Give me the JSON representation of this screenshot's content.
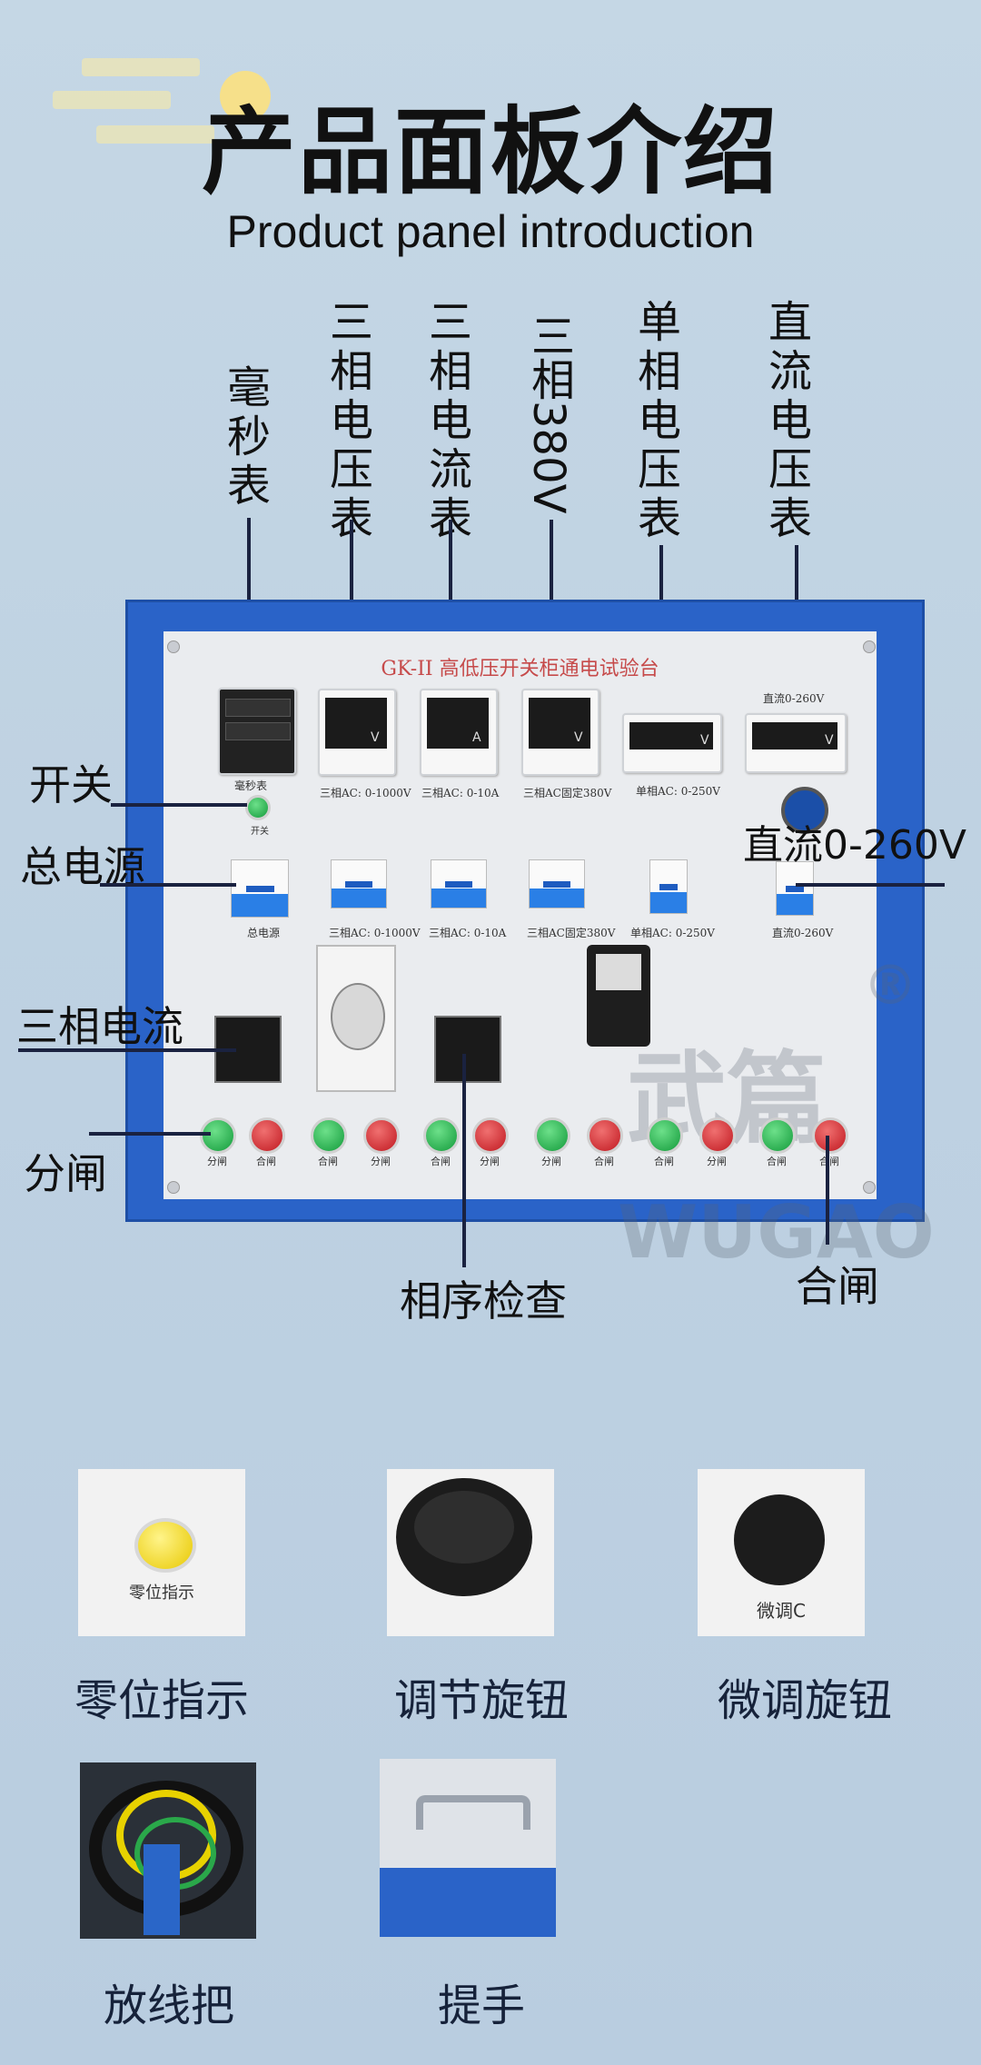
{
  "header": {
    "title": "产品面板介绍",
    "subtitle": "Product panel introduction"
  },
  "top_labels": [
    "毫秒表",
    "三相电压表",
    "三相电流表",
    "三相380V",
    "单相电压表",
    "直流电压表"
  ],
  "side_labels": {
    "switch": "开关",
    "main_power": "总电源",
    "three_phase_current": "三相电流",
    "trip": "分闸",
    "dc": "直流0-260V",
    "phase_check": "相序检查",
    "close": "合闸"
  },
  "panel": {
    "title": "GK-II 高低压开关柜通电试验台",
    "meter_captions": [
      "毫秒表",
      "三相AC: 0-1000V",
      "三相AC: 0-10A",
      "三相AC固定380V",
      "单相AC: 0-250V",
      "直流0-260V"
    ],
    "meter_units": [
      "V",
      "A",
      "V",
      "V",
      "V"
    ],
    "switch_caption": "开关",
    "breaker_captions": [
      "总电源",
      "三相AC: 0-1000V",
      "三相AC: 0-10A",
      "三相AC固定380V",
      "单相AC: 0-250V",
      "直流0-260V"
    ],
    "button_captions": {
      "open": "分闸",
      "close": "合闸"
    },
    "watermark_cn": "武篇",
    "watermark_en": "WUGAO"
  },
  "products": [
    {
      "label": "零位指示",
      "thumb_text": "零位指示"
    },
    {
      "label": "调节旋钮",
      "thumb_text": ""
    },
    {
      "label": "微调旋钮",
      "thumb_text": "微调C"
    },
    {
      "label": "放线把",
      "thumb_text": ""
    },
    {
      "label": "提手",
      "thumb_text": ""
    }
  ],
  "colors": {
    "background": "#c2d5e4",
    "panel_blue": "#2a63c8",
    "panel_face": "#eaecef",
    "button_green": "#18a040",
    "button_red": "#d02028"
  }
}
